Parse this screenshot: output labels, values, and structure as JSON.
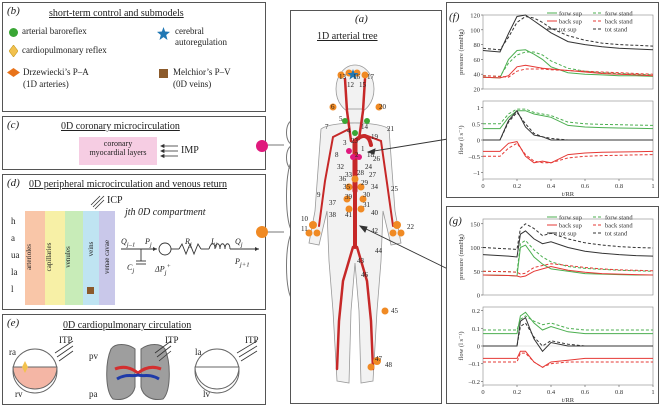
{
  "panel_b": {
    "letter": "(b)",
    "title": "short-term control and submodels",
    "items": [
      {
        "label": "arterial baroreflex",
        "color": "#3aa635"
      },
      {
        "label": "cerebral",
        "label2": "autoregulation",
        "color": "#1f77b4"
      },
      {
        "label": "cardiopulmonary reflex",
        "color": "#f2c14e"
      },
      {
        "label": "Drzewiecki’s P–A",
        "label2": "(1D arteries)",
        "color": "#e8731a"
      },
      {
        "label": "Melchior’s P–V",
        "label2": "(0D veins)",
        "color": "#8b5a2b"
      }
    ]
  },
  "panel_c": {
    "letter": "(c)",
    "title": "0D coronary microcirculation",
    "box_line1": "coronary",
    "box_line2": "myocardial layers",
    "imp": "IMP"
  },
  "panel_d": {
    "letter": "(d)",
    "title": "0D peripheral microcirculation and venous return",
    "side_letters": [
      "h",
      "a",
      "ua",
      "la",
      "l"
    ],
    "columns": [
      "arterioles",
      "capillaries",
      "venules",
      "veins",
      "venae cavae"
    ],
    "icp": "ICP",
    "compartment": "jth 0D compartment",
    "circuit": {
      "Q_in": "Q_{j-1}",
      "P": "P_j",
      "C": "C_j",
      "dP": "ΔP_j^+",
      "R": "R_j",
      "L": "L_j",
      "Q_out": "Q_j",
      "P_out": "P_{j+1}"
    }
  },
  "panel_e": {
    "letter": "(e)",
    "title": "0D cardiopulmonary circulation",
    "labels": {
      "ra": "ra",
      "rv": "rv",
      "pv": "pv",
      "pa": "pa",
      "la": "la",
      "lv": "lv"
    },
    "itp": "ITP"
  },
  "panel_a": {
    "letter": "(a)",
    "title": "1D arterial tree",
    "segments": [
      "13",
      "12",
      "16",
      "15",
      "17",
      "6",
      "20",
      "5",
      "14",
      "7",
      "4",
      "19",
      "21",
      "23",
      "3",
      "1",
      "2",
      "8",
      "18",
      "26",
      "9",
      "32",
      "28",
      "24",
      "36",
      "27",
      "33",
      "29",
      "34",
      "35",
      "39",
      "30",
      "25",
      "31",
      "37",
      "38",
      "40",
      "41",
      "10",
      "11",
      "42",
      "22",
      "43",
      "46",
      "44",
      "45",
      "47",
      "48"
    ]
  },
  "panel_f": {
    "letter": "(f)",
    "legend": [
      {
        "label": "forw sup",
        "color": "#4caf50",
        "dash": false
      },
      {
        "label": "forw stand",
        "color": "#4caf50",
        "dash": true
      },
      {
        "label": "back sup",
        "color": "#e53935",
        "dash": false
      },
      {
        "label": "back stand",
        "color": "#e53935",
        "dash": true
      },
      {
        "label": "tot sup",
        "color": "#333333",
        "dash": false
      },
      {
        "label": "tot stand",
        "color": "#333333",
        "dash": true
      }
    ],
    "top": {
      "ylabel": "pressure (mmHg)",
      "yticks": [
        "120",
        "100",
        "80",
        "60",
        "40",
        "20"
      ],
      "ylim": [
        20,
        120
      ],
      "x": [
        0,
        0.1,
        0.15,
        0.2,
        0.25,
        0.3,
        0.35,
        0.4,
        0.5,
        0.6,
        0.7,
        0.8,
        0.9,
        1.0
      ],
      "series": {
        "tot_sup": [
          72,
          70,
          95,
          118,
          120,
          112,
          104,
          96,
          84,
          80,
          77,
          75,
          74,
          73
        ],
        "tot_stand": [
          75,
          73,
          90,
          110,
          118,
          116,
          110,
          102,
          92,
          86,
          82,
          80,
          79,
          78
        ],
        "forw_sup": [
          36,
          35,
          60,
          72,
          73,
          67,
          60,
          50,
          42,
          40,
          39,
          38,
          38,
          37
        ],
        "forw_stand": [
          38,
          37,
          55,
          66,
          70,
          70,
          66,
          58,
          48,
          44,
          42,
          41,
          40,
          39
        ],
        "back_sup": [
          36,
          35,
          38,
          50,
          52,
          50,
          48,
          47,
          45,
          43,
          41,
          40,
          39,
          38
        ],
        "back_stand": [
          38,
          37,
          36,
          44,
          47,
          47,
          47,
          46,
          45,
          44,
          43,
          42,
          41,
          40
        ]
      }
    },
    "bottom": {
      "ylabel": "flow (l s⁻¹)",
      "yticks": [
        "1",
        "0.5",
        "0",
        "–0.5",
        "–1"
      ],
      "ylim": [
        -1.2,
        1.2
      ],
      "x": [
        0,
        0.1,
        0.15,
        0.2,
        0.25,
        0.3,
        0.35,
        0.4,
        0.5,
        0.6,
        0.7,
        0.8,
        0.9,
        1.0
      ],
      "series": {
        "forw_sup": [
          0.35,
          0.35,
          0.7,
          0.9,
          0.9,
          0.8,
          0.75,
          0.7,
          0.45,
          0.4,
          0.38,
          0.37,
          0.36,
          0.35
        ],
        "forw_stand": [
          0.5,
          0.5,
          0.8,
          0.95,
          0.95,
          0.85,
          0.8,
          0.75,
          0.55,
          0.5,
          0.48,
          0.47,
          0.46,
          0.45
        ],
        "tot_sup": [
          0,
          0,
          0.6,
          0.9,
          0.4,
          0.15,
          0.1,
          0,
          0,
          0,
          0,
          0,
          0,
          0
        ],
        "tot_stand": [
          0,
          0,
          0.55,
          0.85,
          0.5,
          0.2,
          0.1,
          0.05,
          0,
          0,
          0,
          0,
          0,
          0
        ],
        "back_sup": [
          -0.35,
          -0.35,
          -0.1,
          -0.05,
          -0.5,
          -0.7,
          -0.65,
          -0.7,
          -0.45,
          -0.4,
          -0.38,
          -0.37,
          -0.36,
          -0.35
        ],
        "back_stand": [
          -0.5,
          -0.5,
          -0.25,
          -0.1,
          -0.45,
          -0.65,
          -0.7,
          -0.7,
          -0.55,
          -0.5,
          -0.48,
          -0.47,
          -0.46,
          -0.45
        ]
      }
    },
    "xlabel": "t/RR",
    "xticks": [
      "0",
      "0.2",
      "0.4",
      "0.6",
      "0.8",
      "1"
    ]
  },
  "panel_g": {
    "letter": "(g)",
    "top": {
      "ylabel": "pressure (mmHg)",
      "yticks": [
        "150",
        "100",
        "50",
        "0"
      ],
      "ylim": [
        0,
        160
      ],
      "x": [
        0,
        0.15,
        0.2,
        0.22,
        0.25,
        0.3,
        0.35,
        0.4,
        0.5,
        0.6,
        0.7,
        0.8,
        0.9,
        1.0
      ],
      "series": {
        "tot_sup": [
          85,
          82,
          80,
          128,
          135,
          118,
          108,
          112,
          100,
          92,
          88,
          85,
          83,
          82
        ],
        "tot_stand": [
          100,
          97,
          96,
          140,
          150,
          140,
          125,
          130,
          118,
          110,
          105,
          102,
          100,
          99
        ],
        "forw_sup": [
          42,
          41,
          40,
          100,
          105,
          80,
          65,
          55,
          50,
          45,
          44,
          43,
          42,
          42
        ],
        "forw_stand": [
          50,
          49,
          48,
          108,
          115,
          95,
          80,
          70,
          60,
          56,
          54,
          52,
          51,
          50
        ],
        "back_sup": [
          42,
          41,
          40,
          38,
          40,
          50,
          55,
          60,
          52,
          48,
          45,
          44,
          43,
          42
        ],
        "back_stand": [
          50,
          49,
          48,
          44,
          46,
          58,
          62,
          66,
          62,
          58,
          55,
          53,
          52,
          51
        ]
      }
    },
    "bottom": {
      "ylabel": "flow (l s⁻¹)",
      "yticks": [
        "0.2",
        "0.1",
        "0",
        "–0.1",
        "–0.2"
      ],
      "ylim": [
        -0.22,
        0.22
      ],
      "x": [
        0,
        0.15,
        0.2,
        0.22,
        0.25,
        0.3,
        0.35,
        0.4,
        0.5,
        0.6,
        0.7,
        0.8,
        0.9,
        1.0
      ],
      "series": {
        "forw_sup": [
          0.07,
          0.07,
          0.07,
          0.17,
          0.19,
          0.13,
          0.09,
          0.11,
          0.08,
          0.07,
          0.07,
          0.07,
          0.07,
          0.07
        ],
        "forw_stand": [
          0.09,
          0.09,
          0.09,
          0.15,
          0.17,
          0.14,
          0.12,
          0.13,
          0.1,
          0.09,
          0.09,
          0.09,
          0.09,
          0.09
        ],
        "tot_sup": [
          0,
          0,
          0,
          0.14,
          0.16,
          0.04,
          -0.03,
          0.02,
          0,
          0,
          0,
          0,
          0,
          0
        ],
        "tot_stand": [
          0,
          0,
          0,
          0.11,
          0.13,
          0.05,
          0,
          0.03,
          0.01,
          0,
          0,
          0,
          0,
          0
        ],
        "back_sup": [
          -0.07,
          -0.07,
          -0.07,
          -0.03,
          -0.03,
          -0.09,
          -0.12,
          -0.09,
          -0.08,
          -0.07,
          -0.07,
          -0.07,
          -0.07,
          -0.07
        ],
        "back_stand": [
          -0.09,
          -0.09,
          -0.09,
          -0.04,
          -0.04,
          -0.09,
          -0.12,
          -0.1,
          -0.09,
          -0.09,
          -0.09,
          -0.09,
          -0.09,
          -0.09
        ]
      }
    },
    "xlabel": "t/RR",
    "xticks": [
      "0",
      "0.2",
      "0.4",
      "0.6",
      "0.8",
      "1"
    ]
  }
}
